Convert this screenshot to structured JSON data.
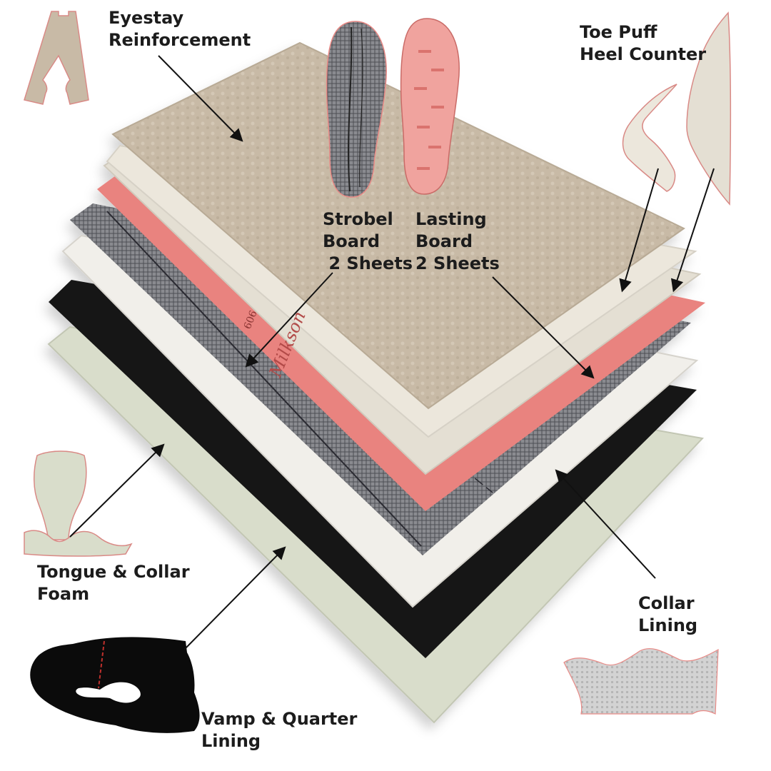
{
  "labels": {
    "eyestay": [
      "Eyestay",
      "Reinforcement"
    ],
    "toe_heel": [
      "Toe Puff",
      "Heel Counter"
    ],
    "strobel": [
      "Strobel",
      "Board",
      " 2 Sheets"
    ],
    "lasting": [
      "Lasting",
      "Board",
      "2 Sheets"
    ],
    "tongue": [
      "Tongue & Collar",
      "Foam"
    ],
    "collar_lining": [
      "Collar",
      "Lining"
    ],
    "vamp": [
      "Vamp & Quarter",
      "Lining"
    ]
  },
  "sheet_print": {
    "brand": "Milkson",
    "code": "606"
  },
  "colors": {
    "eyestay": "#c8baa6",
    "strobel": "#6e6f74",
    "lasting": "#e9837f",
    "toe_puff": "#ece7dc",
    "heel_counter": "#e4dfd3",
    "white_lining": "#f1efea",
    "black_lining": "#141414",
    "foam": "#d9ddcb",
    "arrow": "#111111",
    "text": "#1c1c1c"
  }
}
